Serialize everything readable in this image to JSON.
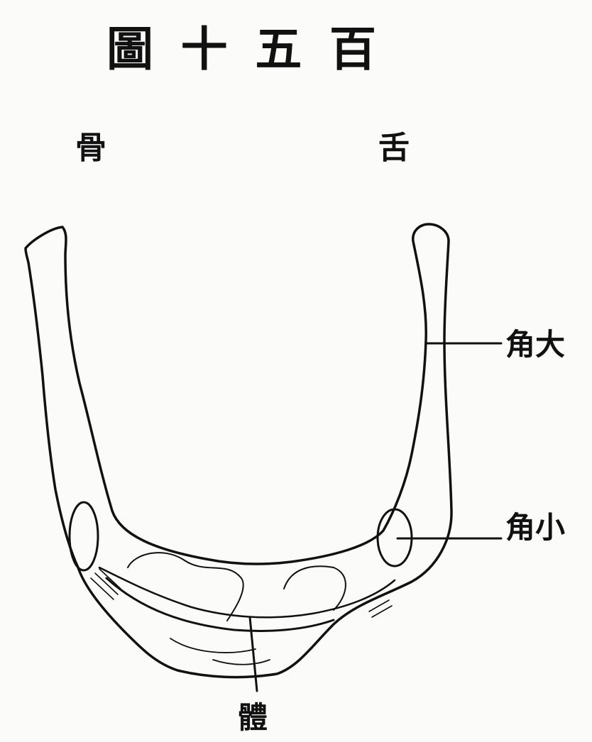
{
  "figure": {
    "title": "圖十五百",
    "title_chars": [
      "圖",
      "十",
      "五",
      "百"
    ],
    "caption_left": "骨",
    "caption_right": "舌"
  },
  "labels": {
    "greater_horn": "角大",
    "lesser_horn": "角小",
    "body": "體"
  }
}
